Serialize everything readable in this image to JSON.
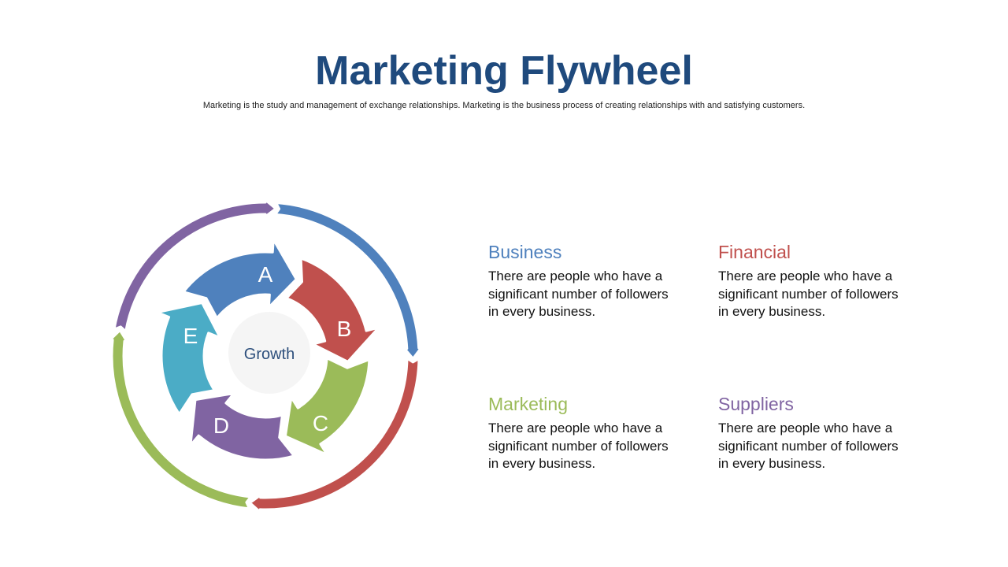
{
  "header": {
    "title": "Marketing Flywheel",
    "subtitle": "Marketing is the study and management of exchange relationships. Marketing is the business process of creating relationships with and satisfying customers."
  },
  "diagram": {
    "center_label": "Growth",
    "inner_segments": [
      {
        "letter": "A",
        "color": "#4f81bd"
      },
      {
        "letter": "B",
        "color": "#c0504d"
      },
      {
        "letter": "C",
        "color": "#9bbb59"
      },
      {
        "letter": "D",
        "color": "#8064a2"
      },
      {
        "letter": "E",
        "color": "#4bacc6"
      }
    ],
    "outer_ring_colors": [
      "#4f81bd",
      "#c0504d",
      "#9bbb59",
      "#8064a2"
    ],
    "center_color": "#f5f5f5"
  },
  "cards": {
    "business": {
      "title": "Business",
      "text": "There are people who have a significant number of followers in every business.",
      "color": "#4f81bd"
    },
    "financial": {
      "title": "Financial",
      "text": "There are people who have a significant number of followers in every business.",
      "color": "#c0504d"
    },
    "marketing": {
      "title": "Marketing",
      "text": "There are people who have a significant number of followers in every business.",
      "color": "#9bbb59"
    },
    "suppliers": {
      "title": "Suppliers",
      "text": "There are people who have a significant number of followers in every business.",
      "color": "#8064a2"
    }
  }
}
